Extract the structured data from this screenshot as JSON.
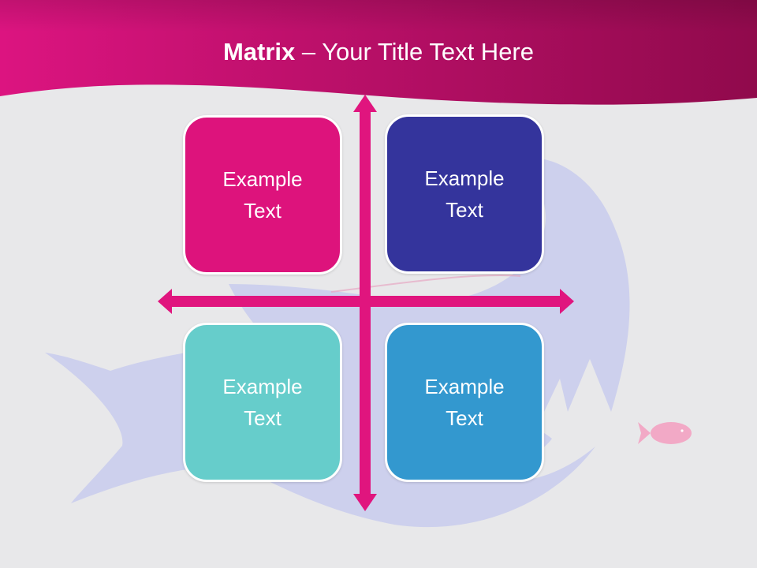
{
  "title": {
    "bold": "Matrix",
    "rest": " – Your Title Text Here"
  },
  "colors": {
    "header_start": "#dc1480",
    "header_end": "#900a4c",
    "arrow": "#e0157e",
    "box_top_left": "#dd137c",
    "box_top_right": "#34349c",
    "box_bottom_left": "#66cdcb",
    "box_bottom_right": "#3398cf",
    "shark": "#cdd0ed",
    "small_fish": "#f2a9c6"
  },
  "quadrants": {
    "top_left": "Example\nText",
    "top_right": "Example\nText",
    "bottom_left": "Example\nText",
    "bottom_right": "Example\nText"
  }
}
